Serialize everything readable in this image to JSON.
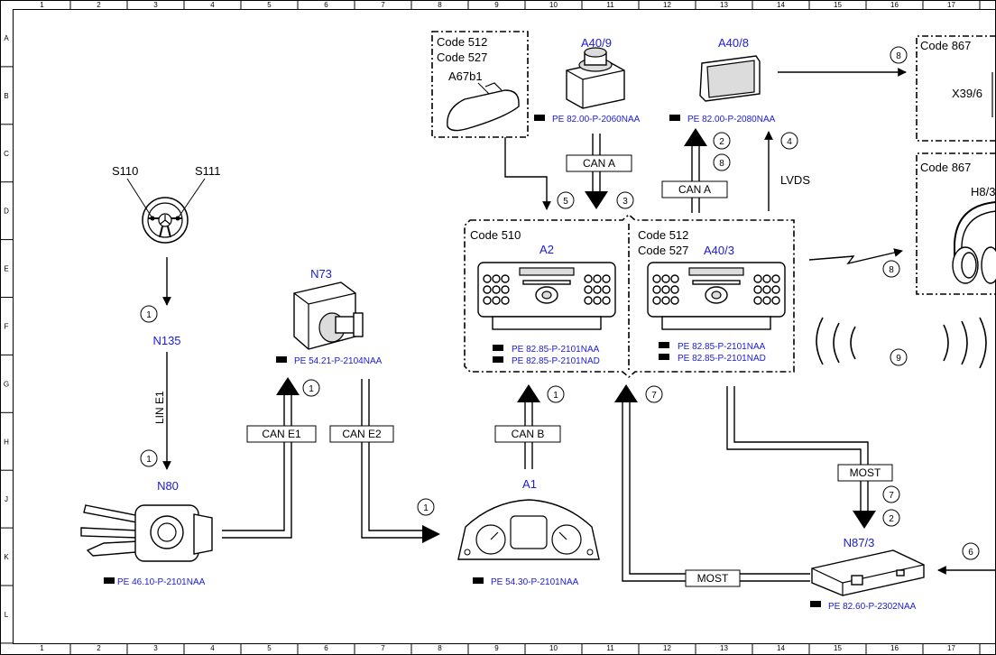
{
  "grid": {
    "columns": [
      "1",
      "2",
      "3",
      "4",
      "5",
      "6",
      "7",
      "8",
      "9",
      "10",
      "11",
      "12",
      "13",
      "14",
      "15",
      "16",
      "17"
    ],
    "rows": [
      "A",
      "B",
      "C",
      "D",
      "E",
      "F",
      "G",
      "H",
      "J",
      "K",
      "L"
    ]
  },
  "components": {
    "s110": "S110",
    "s111": "S111",
    "n135": "N135",
    "n80": "N80",
    "n80_ref": "PE 46.10-P-2101NAA",
    "n73": "N73",
    "n73_ref": "PE 54.21-P-2104NAA",
    "a67b1": "A67b1",
    "a40_9": "A40/9",
    "a40_9_ref": "PE 82.00-P-2060NAA",
    "a40_8": "A40/8",
    "a40_8_ref": "PE 82.00-P-2080NAA",
    "x39_6": "X39/6",
    "h8_3": "H8/3",
    "a2": "A2",
    "a40_3": "A40/3",
    "head_ref_1": "PE 82.85-P-2101NAA",
    "head_ref_2": "PE 82.85-P-2101NAD",
    "a1": "A1",
    "a1_ref": "PE 54.30-P-2101NAA",
    "n87_3": "N87/3",
    "n87_3_ref": "PE 82.60-P-2302NAA"
  },
  "codes": {
    "code_512": "Code 512",
    "code_527": "Code 527",
    "code_510": "Code 510",
    "code_867": "Code 867"
  },
  "buses": {
    "lin_e1": "LIN E1",
    "can_e1": "CAN E1",
    "can_e2": "CAN E2",
    "can_a": "CAN A",
    "can_b": "CAN B",
    "most": "MOST",
    "lvds": "LVDS"
  },
  "markers": {
    "m1": "1",
    "m2": "2",
    "m3": "3",
    "m4": "4",
    "m5": "5",
    "m6": "6",
    "m7": "7",
    "m8": "8",
    "m9": "9"
  },
  "colors": {
    "component_label": "#1a1ad6",
    "line": "#000000"
  }
}
